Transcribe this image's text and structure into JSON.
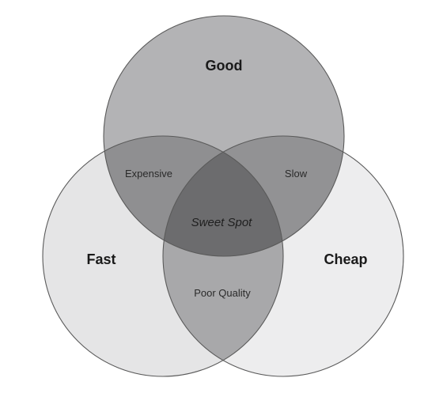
{
  "circles": {
    "good": {
      "label": "Good"
    },
    "fast": {
      "label": "Fast"
    },
    "cheap": {
      "label": "Cheap"
    }
  },
  "overlaps": {
    "good_fast": "Expensive",
    "good_cheap": "Slow",
    "fast_cheap": "Poor Quality",
    "all": "Sweet Spot"
  },
  "colors": {
    "background": "#ffffff",
    "outline": "#5a5a5a",
    "good_fill": "#b3b3b5",
    "fast_fill": "#e5e5e6",
    "cheap_fill": "#ededee",
    "overlap_good_fast": "#8f8f91",
    "overlap_good_cheap": "#929294",
    "overlap_fast_cheap": "#a8a8aa",
    "overlap_all": "#6c6c6e"
  }
}
